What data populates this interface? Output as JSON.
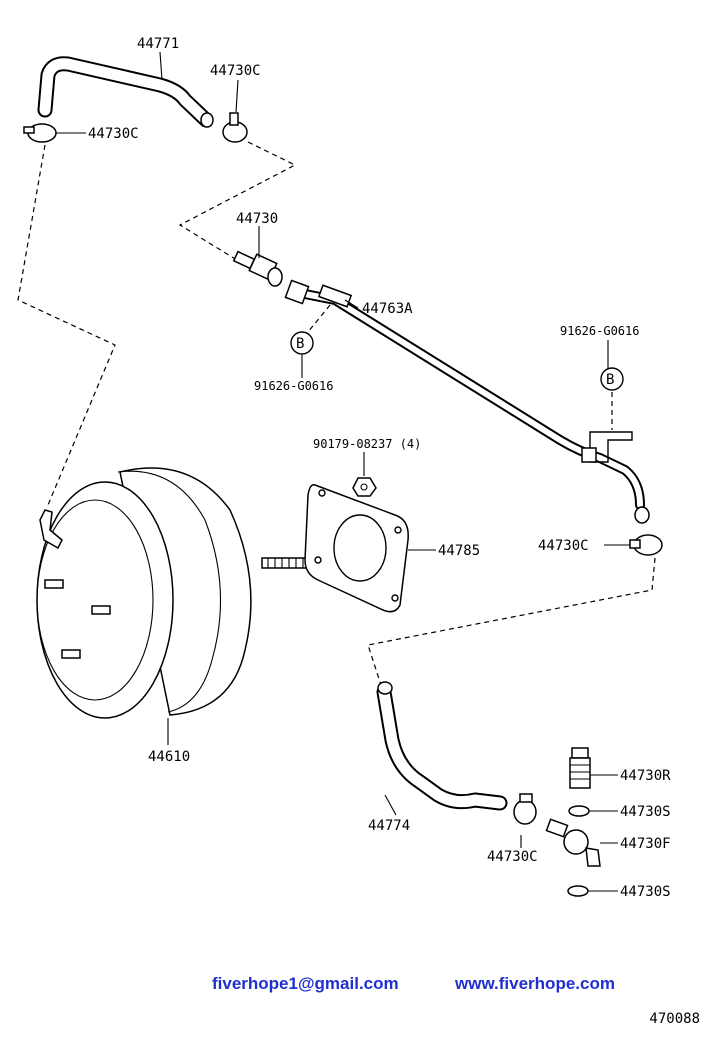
{
  "labels": {
    "p44771": "44771",
    "p44730c_top": "44730C",
    "p44730c_left": "44730C",
    "p44730": "44730",
    "p44763a": "44763A",
    "p91626_right": "91626-G0616",
    "p91626_left": "91626-G0616",
    "p90179": "90179-08237 (4)",
    "p44785": "44785",
    "p44730c_right": "44730C",
    "p44610": "44610",
    "p44774": "44774",
    "p44730c_bottom": "44730C",
    "p44730r": "44730R",
    "p44730s_1": "44730S",
    "p44730f": "44730F",
    "p44730s_2": "44730S",
    "ref_b": "B"
  },
  "footer": {
    "email": "fiverhope1@gmail.com",
    "website": "www.fiverhope.com",
    "drawing_code": "470088"
  },
  "colors": {
    "link_text": "#1f2fd0",
    "line": "#000000"
  }
}
